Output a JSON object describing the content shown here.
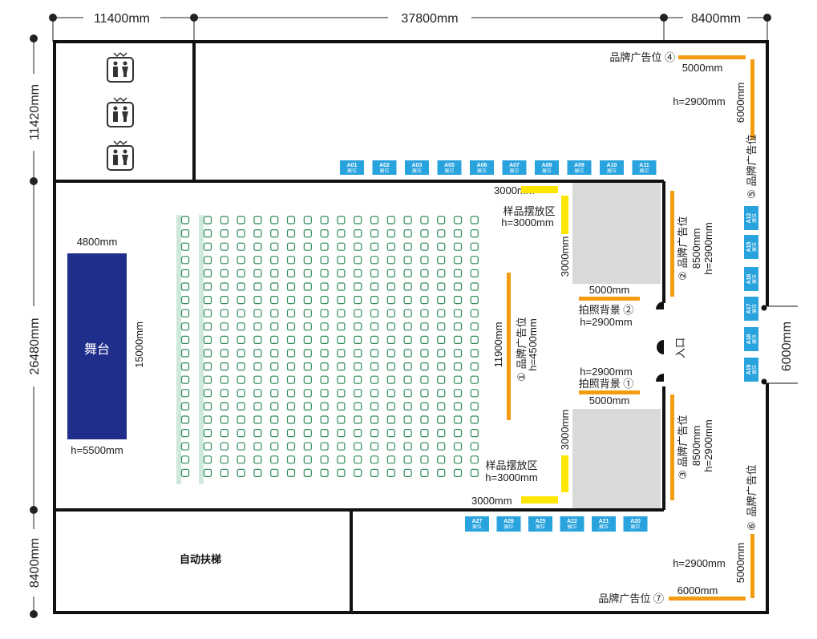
{
  "dimensions": {
    "top_left": "11400mm",
    "top_mid": "37800mm",
    "top_right": "8400mm",
    "left_top": "11420mm",
    "left_mid": "26480mm",
    "left_bottom": "8400mm",
    "right_entry": "6000mm"
  },
  "stage": {
    "label": "舞台",
    "width": "4800mm",
    "depth": "15000mm",
    "height": "h=5500mm"
  },
  "escalator": "自动扶梯",
  "entrance": "入口",
  "sample_top": {
    "label": "样品摆放区",
    "height": "h=3000mm",
    "width": "3000mm",
    "side": "3000mm"
  },
  "sample_bottom": {
    "label": "样品摆放区",
    "height": "h=3000mm",
    "width": "3000mm",
    "side": "3000mm"
  },
  "photo_top": {
    "label": "拍照背景 ②",
    "height": "h=2900mm",
    "width": "5000mm"
  },
  "photo_bottom": {
    "label": "拍照背景 ①",
    "height": "h=2900mm",
    "width": "5000mm"
  },
  "ad1": {
    "label": "品牌广告位",
    "num": "①",
    "length": "11900mm",
    "height": "h=4500mm"
  },
  "ad2": {
    "label": "品牌广告位",
    "num": "②",
    "length": "8500mm",
    "height": "h=2900mm"
  },
  "ad3": {
    "label": "品牌广告位",
    "num": "③",
    "length": "8500mm",
    "height": "h=2900mm"
  },
  "ad4": {
    "label": "品牌广告位 ④",
    "width": "5000mm",
    "height": "h=2900mm",
    "side": "6000mm"
  },
  "ad5": {
    "label": "品牌广告位",
    "num": "⑤"
  },
  "ad6": {
    "label": "品牌广告位",
    "num": "⑥"
  },
  "ad7": {
    "label": "品牌广告位 ⑦",
    "width": "6000mm",
    "height": "h=2900mm",
    "side": "5000mm"
  },
  "booth_sub": "展位",
  "booths_top": [
    "A01",
    "A02",
    "A03",
    "A05",
    "A06",
    "A07",
    "A08",
    "A09",
    "A10",
    "A11"
  ],
  "booths_bottom": [
    "A27",
    "A26",
    "A25",
    "A22",
    "A21",
    "A20"
  ],
  "booths_right": [
    "A12",
    "A15",
    "A16",
    "A17",
    "A18",
    "A19"
  ],
  "colors": {
    "stage": "#1f2e8a",
    "booth": "#29a3de",
    "ad_orange": "#f39c12",
    "sample_yellow": "#ffe600",
    "photo_grey": "#d9d9d9",
    "seat": "#2e8b57"
  },
  "seating": {
    "rows": 20,
    "cols": 18
  }
}
